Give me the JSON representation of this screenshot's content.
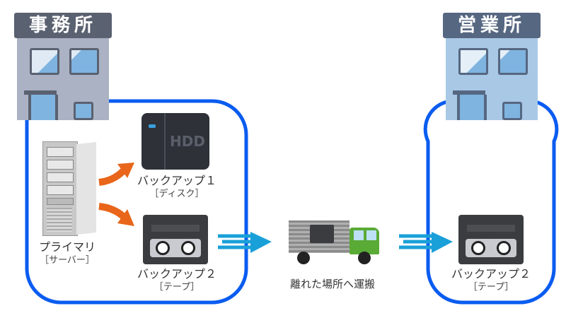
{
  "buildings": {
    "office": {
      "sign": "事務所",
      "color_body": "#aab2c4",
      "color_sign": "#5a6170"
    },
    "branch": {
      "sign": "営業所",
      "color_body": "#a8c8e6",
      "color_sign": "#566781"
    }
  },
  "devices": {
    "primary": {
      "name": "プライマリ",
      "type": "［サーバー］"
    },
    "backup1": {
      "name": "バックアップ１",
      "type": "［ディスク］",
      "device_label": "HDD"
    },
    "backup2": {
      "name": "バックアップ２",
      "type": "［テープ］"
    },
    "backup2_remote": {
      "name": "バックアップ２",
      "type": "［テープ］"
    }
  },
  "transport": {
    "label": "離れた場所へ運搬"
  },
  "colors": {
    "frame": "#0a5cf0",
    "orange_arrow": "#e8651a",
    "blue_arrow": "#1aa0d8",
    "truck_green": "#5aaa36"
  }
}
